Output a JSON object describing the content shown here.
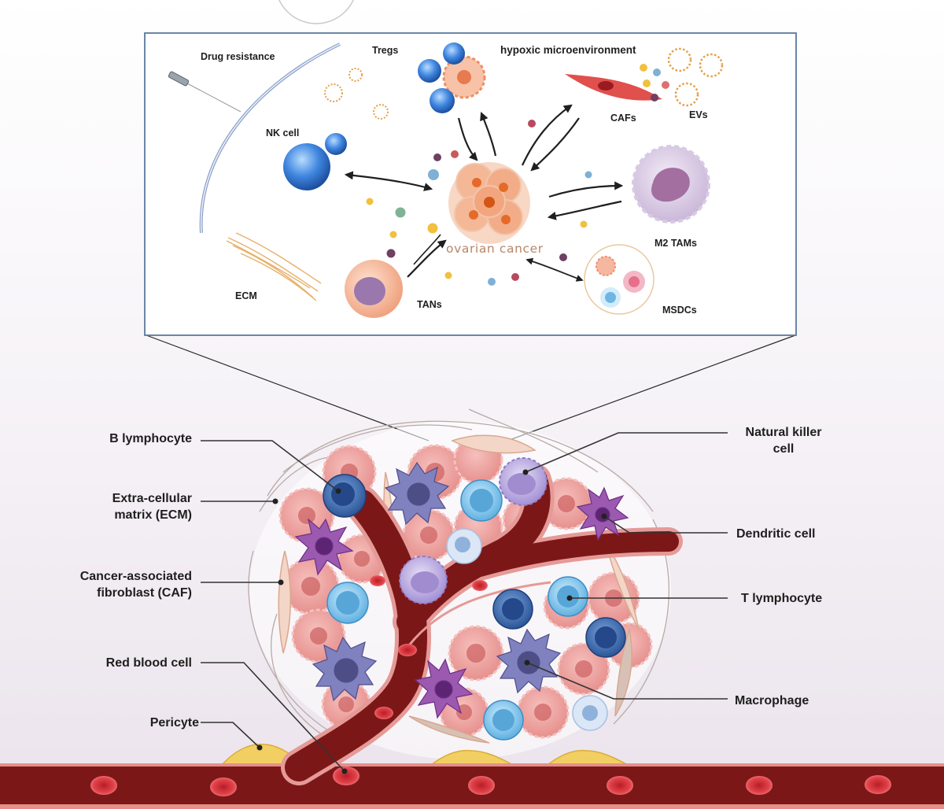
{
  "inset": {
    "labels": {
      "drug_resistance": "Drug resistance",
      "tregs": "Tregs",
      "hypoxic": "hypoxic microenvironment",
      "nk_cell": "NK cell",
      "cafs": "CAFs",
      "evs": "EVs",
      "ovarian_cancer": "ovarian cancer",
      "m2_tams": "M2 TAMs",
      "ecm": "ECM",
      "tans": "TANs",
      "msdcs": "MSDCs"
    }
  },
  "tumor": {
    "callouts": {
      "b_lymphocyte": "B lymphocyte",
      "ecm_line1": "Extra-cellular",
      "ecm_line2": "matrix (ECM)",
      "caf_line1": "Cancer-associated",
      "caf_line2": "fibroblast (CAF)",
      "red_blood_cell": "Red blood cell",
      "pericyte": "Pericyte",
      "nk_line1": "Natural killer",
      "nk_line2": "cell",
      "dendritic_cell": "Dendritic cell",
      "t_lymphocyte": "T lymphocyte",
      "macrophage": "Macrophage"
    }
  },
  "colors": {
    "vessel": "#7c1718",
    "vessel_wall": "#e59a97",
    "tumor_cell": "#f2a9a6",
    "b_cell": "#3a6db5",
    "t_cell": "#7cc3e8",
    "nk_cell": "#b9a6dc",
    "dendritic": "#8b4aa0",
    "macrophage": "#6a6aa8",
    "pericyte": "#f2cf63",
    "inset_border": "#5a7a9c"
  }
}
